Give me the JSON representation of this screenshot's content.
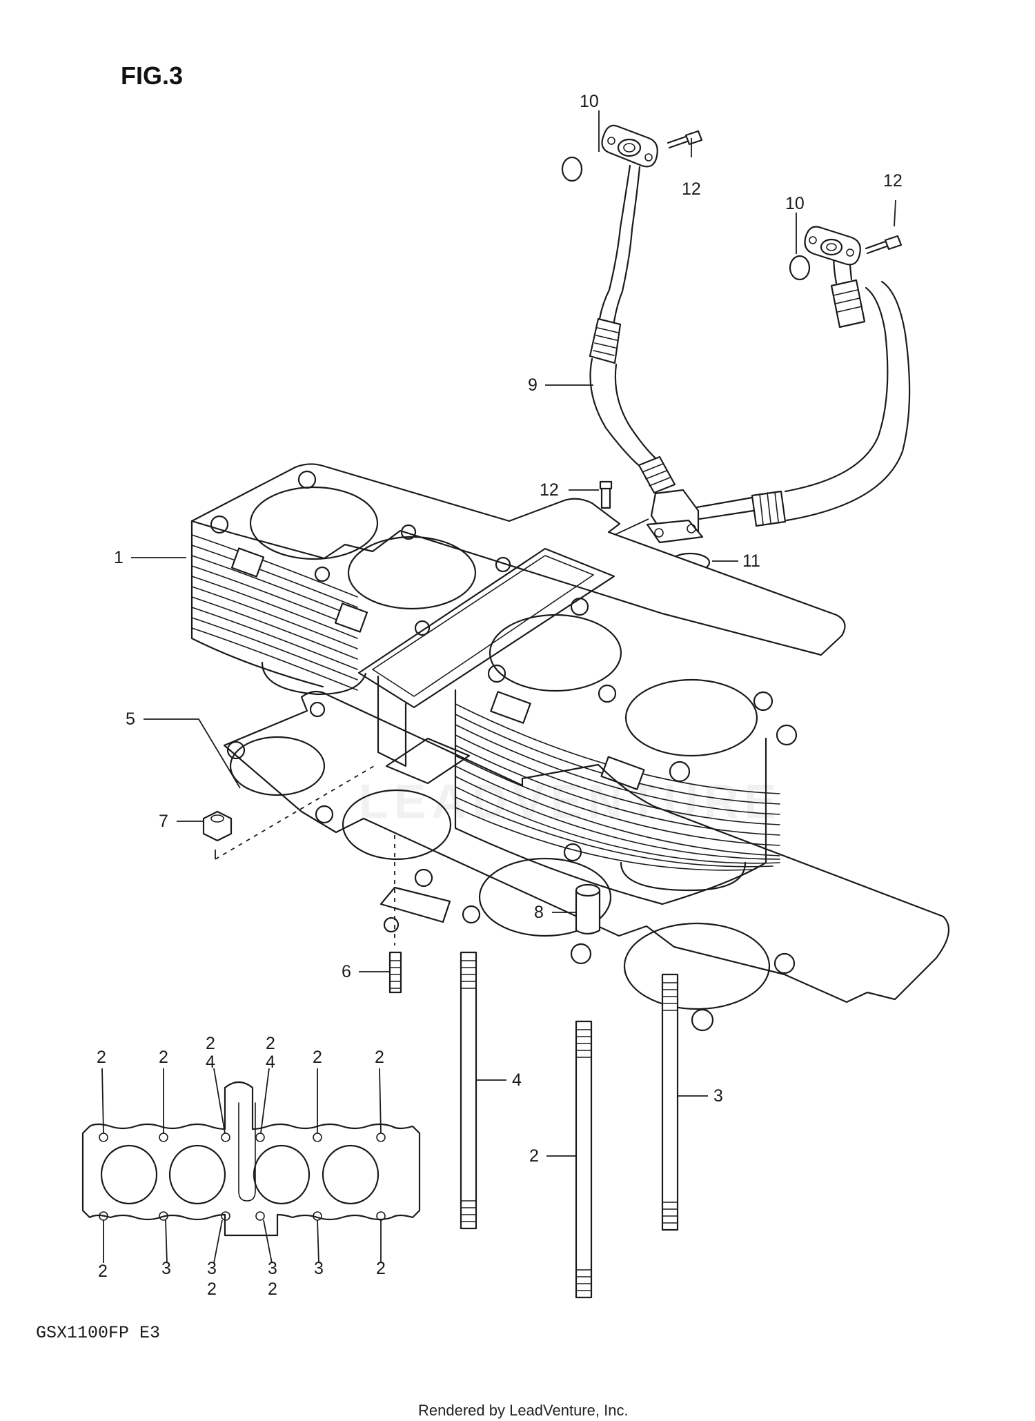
{
  "figure": {
    "title": "FIG.3",
    "model_code": "GSX1100FP  E3",
    "credit": "Rendered by LeadVenture, Inc."
  },
  "callouts": {
    "c1": "1",
    "c2": "2",
    "c3": "3",
    "c4": "4",
    "c5": "5",
    "c6": "6",
    "c7": "7",
    "c8": "8",
    "c9": "9",
    "c10a": "10",
    "c10b": "10",
    "c11": "11",
    "c12a": "12",
    "c12b": "12",
    "c12c": "12"
  },
  "bolt_pattern": {
    "top": [
      "2",
      "2",
      "2",
      "2",
      "2",
      "2"
    ],
    "top_sub": [
      "4",
      "4"
    ],
    "bottom": [
      "2",
      "3",
      "3",
      "3",
      "3",
      "2"
    ],
    "bottom_sub": [
      "2",
      "2"
    ]
  },
  "watermark": "LEADVENTURE"
}
